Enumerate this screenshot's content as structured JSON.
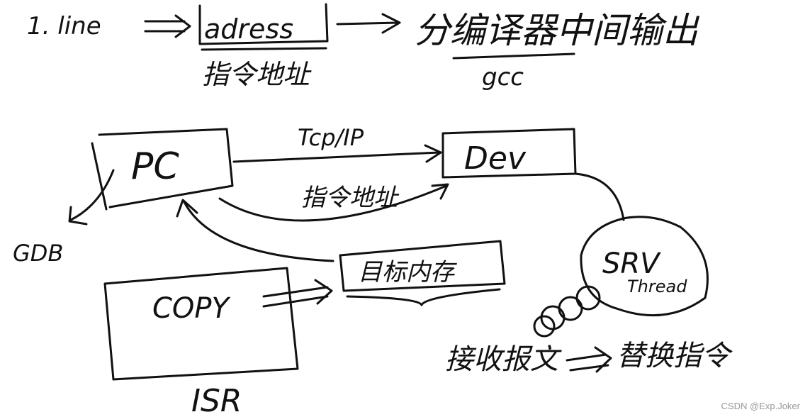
{
  "top_line": {
    "item": "1. line",
    "address": "adress",
    "address_note": "指令地址",
    "output": "分编译器中间输出",
    "compiler": "gcc"
  },
  "diagram": {
    "pc": "PC",
    "dev": "Dev",
    "protocol": "Tcp/IP",
    "instr_addr": "指令地址",
    "gdb": "GDB",
    "target_mem": "目标内存",
    "copy": "COPY",
    "isr": "ISR",
    "srv": "SRV",
    "thread": "Thread",
    "recv": "接收报文",
    "replace": "替换指令"
  },
  "watermark": "CSDN @Exp.Joker"
}
